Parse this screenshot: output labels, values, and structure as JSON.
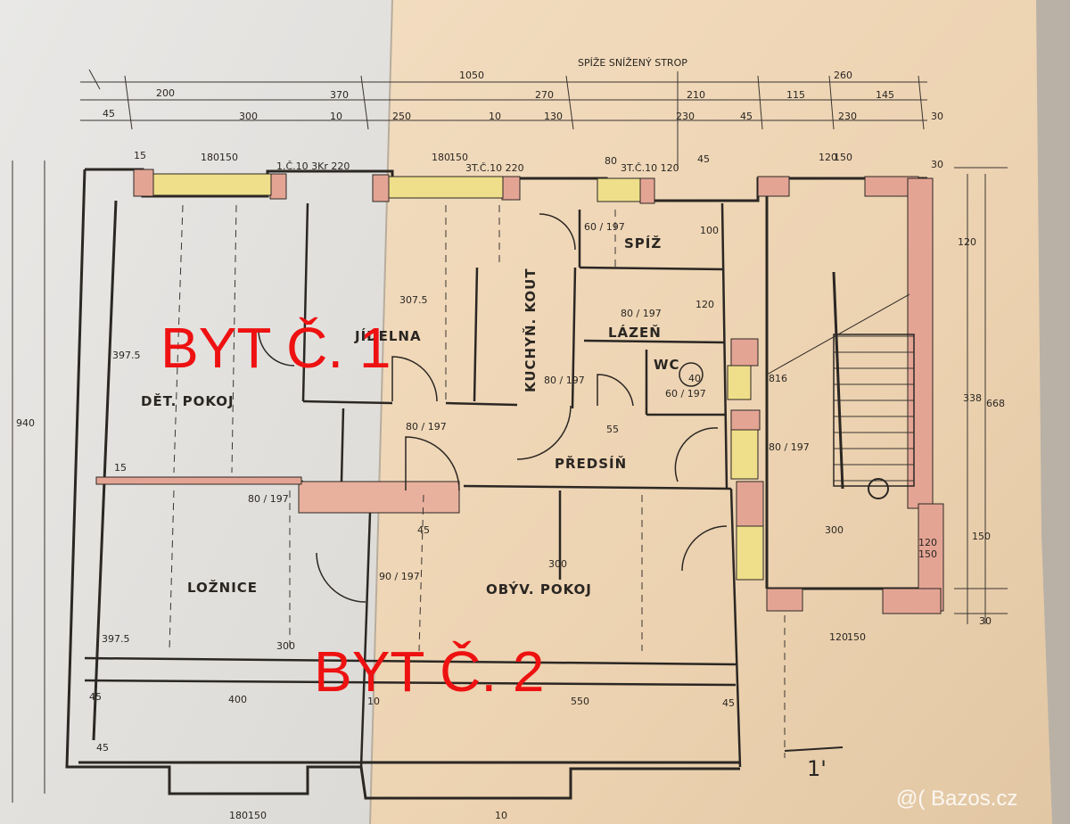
{
  "labels": {
    "flat1": "BYT Č. 1",
    "flat2": "BYT Č. 2",
    "note_top": "SPÍŽE SNÍŽENÝ STROP",
    "scale": "1'",
    "watermark": "@( Bazos.cz"
  },
  "rooms": {
    "det_pokoj": "DĚT. POKOJ",
    "jidelna": "JÍDELNA",
    "kuchyn": "KUCHYŇ. KOUT",
    "spiz": "SPÍŽ",
    "lazen": "LÁZEŇ",
    "wc": "WC",
    "predsin": "PŘEDSÍŇ",
    "loznice": "LOŽNICE",
    "obyv_pokoj": "OBÝV. POKOJ"
  },
  "dims_top": {
    "d1050": "1050",
    "d260": "260",
    "d200": "200",
    "d370": "370",
    "d270": "270",
    "d210": "210",
    "d115": "115",
    "d145": "145",
    "d45a": "45",
    "d300": "300",
    "d10a": "10",
    "d250": "250",
    "d10b": "10",
    "d130": "130",
    "d230a": "230",
    "d45b": "45",
    "d230b": "230",
    "d30a": "30",
    "d15a": "15",
    "d180a": "180",
    "d150a": "150",
    "d180b": "180",
    "d150b": "150",
    "d80": "80",
    "d45c": "45",
    "window1": "1.Č.10 3Kr 220",
    "window2": "3T.Č.10 220",
    "window3": "3T.Č.10 120",
    "d120a": "120",
    "d150c": "150",
    "d30b": "30"
  },
  "dims_left": {
    "d940": "940",
    "d3975a": "397.5",
    "d3975b": "397.5",
    "d15b": "15",
    "d45d": "45",
    "d45e": "45"
  },
  "dims_right": {
    "d120b": "120",
    "d338": "338",
    "d668": "668",
    "d150d": "150",
    "d30c": "30"
  },
  "dims_inner": {
    "door_spiz": "60 / 197",
    "door_bath": "80 / 197",
    "door_wc": "60 / 197",
    "door_kit": "80 / 197",
    "door_hall": "80 / 197",
    "door_stair": "80 / 197",
    "door_loz": "80 / 197",
    "door_obyv": "90 / 197",
    "d3075": "307.5",
    "d100": "100",
    "d120c": "120",
    "d40": "40",
    "d55": "55",
    "d816": "816",
    "d300a": "300",
    "d300b": "300",
    "d300c": "300",
    "d120d": "120",
    "d150e": "150",
    "d400": "400",
    "d550": "550",
    "d45f": "45",
    "d10c": "10",
    "d180c": "180",
    "d150f": "150",
    "d10d": "10",
    "d120e": "120",
    "d150g": "150",
    "d45g": "45"
  }
}
